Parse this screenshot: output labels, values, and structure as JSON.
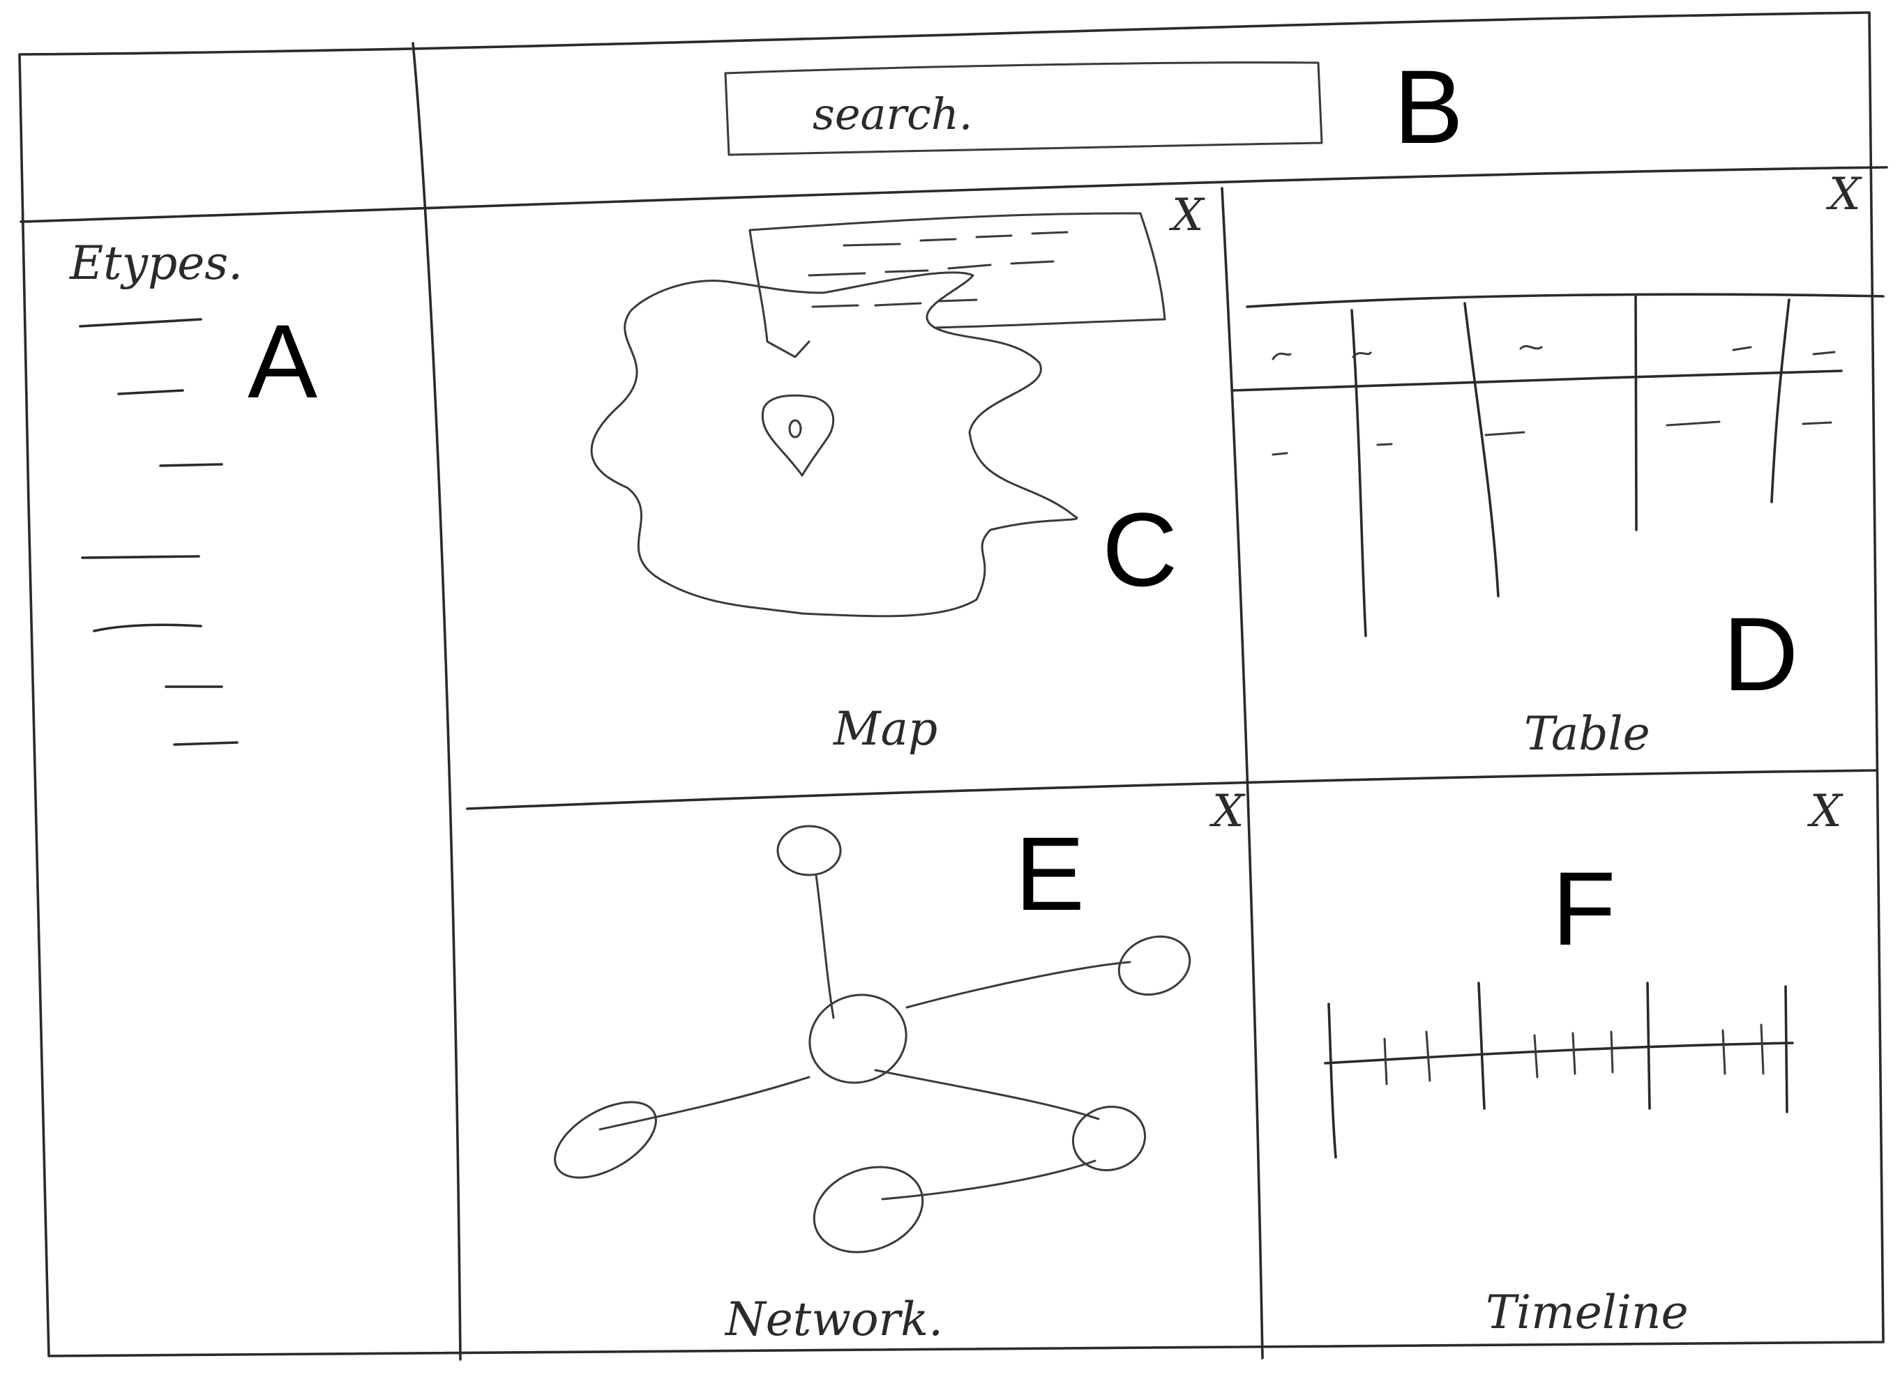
{
  "title_bar": {
    "search_placeholder": "search."
  },
  "sidebar": {
    "heading": "Etypes.",
    "label": "A"
  },
  "header_label": "B",
  "panels": [
    {
      "id": "map",
      "caption": "Map",
      "label": "C",
      "close": "X"
    },
    {
      "id": "table",
      "caption": "Table",
      "label": "D",
      "close": "X"
    },
    {
      "id": "network",
      "caption": "Network.",
      "label": "E",
      "close": "X"
    },
    {
      "id": "timeline",
      "caption": "Timeline",
      "label": "F",
      "close": "X"
    }
  ],
  "colors": {
    "ink": "#2a2a2a",
    "paper": "#ffffff"
  }
}
